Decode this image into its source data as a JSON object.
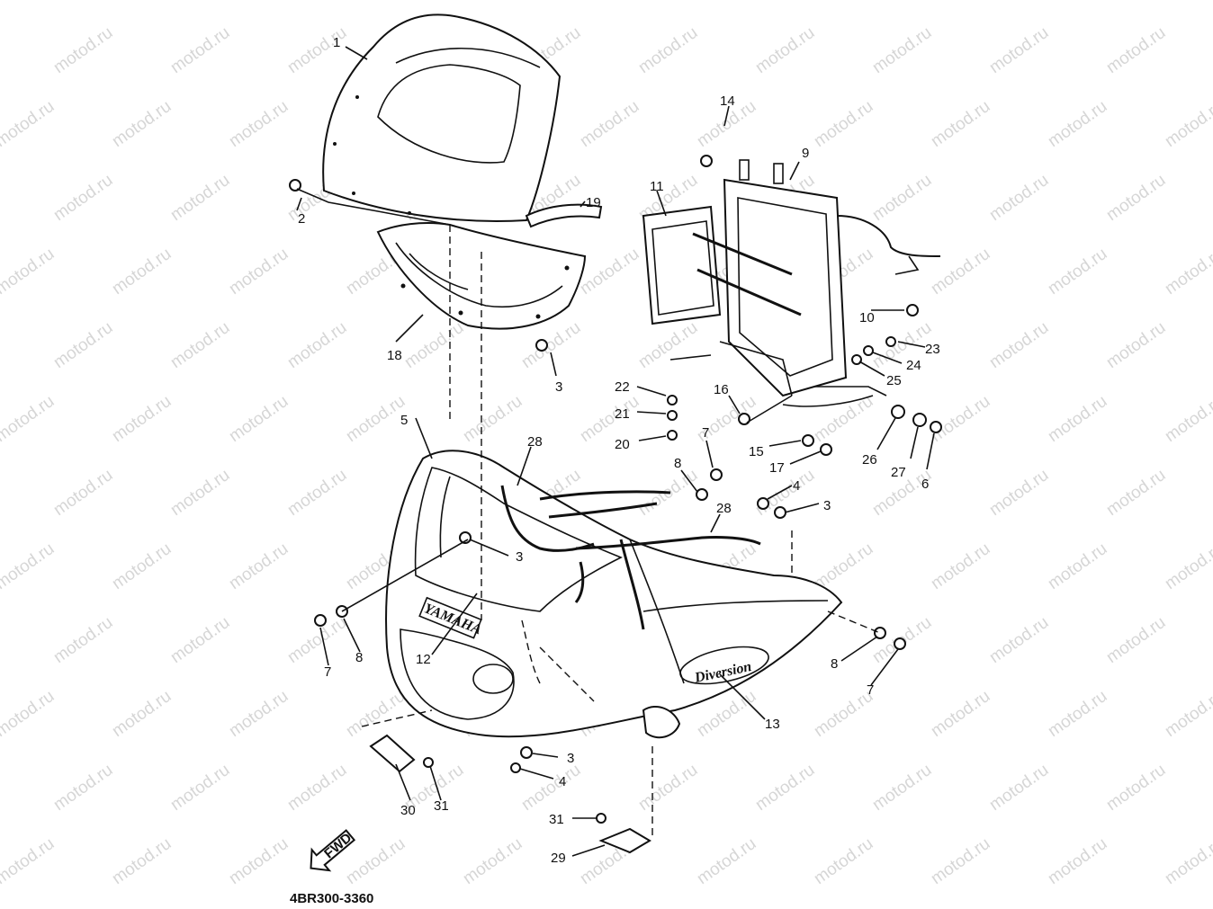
{
  "watermark_text": "motod.ru",
  "diagram_code": "4BR300-3360",
  "arrow_label": "FWD",
  "logo_texts": {
    "yamaha": "YAMAHA",
    "diversion": "Diversion"
  },
  "callouts": [
    {
      "id": "c1",
      "label": "1"
    },
    {
      "id": "c2",
      "label": "2"
    },
    {
      "id": "c3a",
      "label": "3"
    },
    {
      "id": "c3b",
      "label": "3"
    },
    {
      "id": "c3c",
      "label": "3"
    },
    {
      "id": "c3d",
      "label": "3"
    },
    {
      "id": "c4a",
      "label": "4"
    },
    {
      "id": "c4b",
      "label": "4"
    },
    {
      "id": "c5",
      "label": "5"
    },
    {
      "id": "c6",
      "label": "6"
    },
    {
      "id": "c7a",
      "label": "7"
    },
    {
      "id": "c7b",
      "label": "7"
    },
    {
      "id": "c7c",
      "label": "7"
    },
    {
      "id": "c8a",
      "label": "8"
    },
    {
      "id": "c8b",
      "label": "8"
    },
    {
      "id": "c8c",
      "label": "8"
    },
    {
      "id": "c9",
      "label": "9"
    },
    {
      "id": "c10",
      "label": "10"
    },
    {
      "id": "c11",
      "label": "11"
    },
    {
      "id": "c12",
      "label": "12"
    },
    {
      "id": "c13",
      "label": "13"
    },
    {
      "id": "c14",
      "label": "14"
    },
    {
      "id": "c15",
      "label": "15"
    },
    {
      "id": "c16",
      "label": "16"
    },
    {
      "id": "c17",
      "label": "17"
    },
    {
      "id": "c18",
      "label": "18"
    },
    {
      "id": "c19",
      "label": "19"
    },
    {
      "id": "c20",
      "label": "20"
    },
    {
      "id": "c21",
      "label": "21"
    },
    {
      "id": "c22",
      "label": "22"
    },
    {
      "id": "c23",
      "label": "23"
    },
    {
      "id": "c24",
      "label": "24"
    },
    {
      "id": "c25",
      "label": "25"
    },
    {
      "id": "c26",
      "label": "26"
    },
    {
      "id": "c27",
      "label": "27"
    },
    {
      "id": "c28a",
      "label": "28"
    },
    {
      "id": "c28b",
      "label": "28"
    },
    {
      "id": "c29",
      "label": "29"
    },
    {
      "id": "c30",
      "label": "30"
    },
    {
      "id": "c31a",
      "label": "31"
    },
    {
      "id": "c31b",
      "label": "31"
    }
  ]
}
